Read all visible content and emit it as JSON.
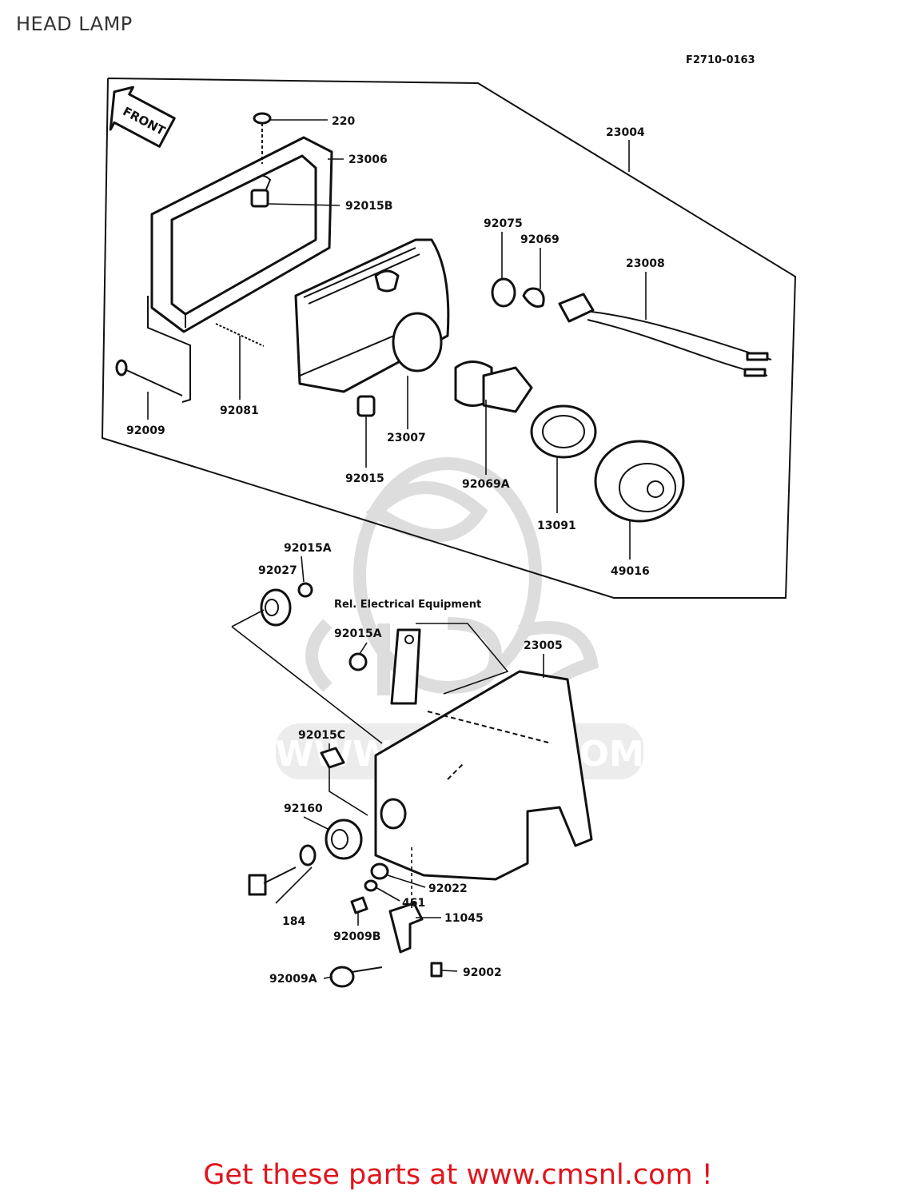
{
  "page": {
    "title": "HEAD LAMP",
    "diagram_code": "F2710-0163",
    "cta": "Get these parts at www.cmsnl.com !"
  },
  "watermark": {
    "text": "WWW.CMSNL.COM"
  },
  "front_arrow": "FRONT",
  "reference_note": "Rel. Electrical Equipment",
  "parts": {
    "p220": "220",
    "p23006": "23006",
    "p92015B": "92015B",
    "p23004": "23004",
    "p92075": "92075",
    "p92069": "92069",
    "p23008": "23008",
    "p92009": "92009",
    "p92081": "92081",
    "p23007": "23007",
    "p92015": "92015",
    "p92069A": "92069A",
    "p13091": "13091",
    "p49016": "49016",
    "p92015A_1": "92015A",
    "p92027": "92027",
    "p92015A_2": "92015A",
    "p23005": "23005",
    "p92015C": "92015C",
    "p92160": "92160",
    "p92022": "92022",
    "p461": "461",
    "p11045": "11045",
    "p184": "184",
    "p92009B": "92009B",
    "p92009A": "92009A",
    "p92002": "92002"
  }
}
